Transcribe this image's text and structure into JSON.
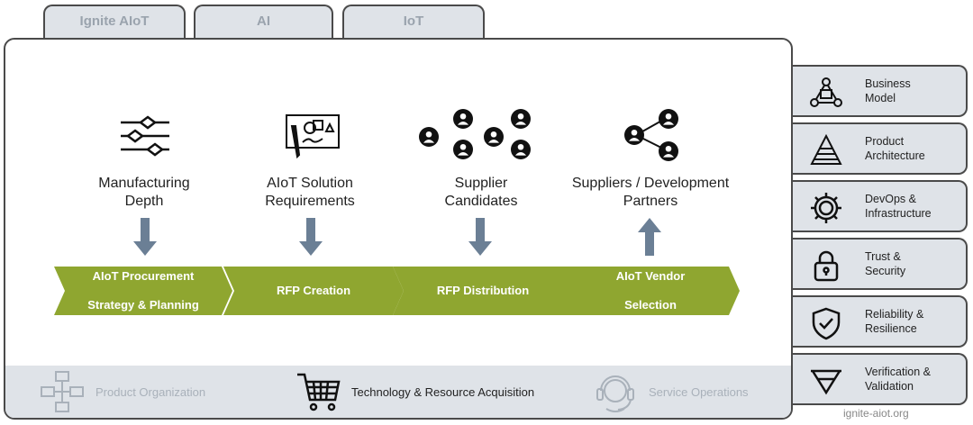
{
  "tabs": [
    "Ignite AIoT",
    "AI",
    "IoT"
  ],
  "columns": [
    {
      "icon": "sliders-icon",
      "title_line1": "Manufacturing",
      "title_line2": "Depth",
      "arrow": "down"
    },
    {
      "icon": "drawing-board-icon",
      "title_line1": "AIoT Solution",
      "title_line2": "Requirements",
      "arrow": "down"
    },
    {
      "icon": "people-group-icon",
      "title_line1": "Supplier",
      "title_line2": "Candidates",
      "arrow": "down"
    },
    {
      "icon": "people-network-icon",
      "title_line1": "Suppliers / Development",
      "title_line2": "Partners",
      "arrow": "up"
    }
  ],
  "process_steps": [
    {
      "line1": "AIoT Procurement",
      "line2": "Strategy & Planning"
    },
    {
      "line1": "RFP Creation",
      "line2": ""
    },
    {
      "line1": "RFP Distribution",
      "line2": ""
    },
    {
      "line1": "AIoT Vendor",
      "line2": "Selection"
    }
  ],
  "footer": {
    "left": "Product Organization",
    "center": "Technology & Resource Acquisition",
    "right": "Service Operations"
  },
  "side_items": [
    {
      "line1": "Business",
      "line2": "Model",
      "icon": "business-model-icon"
    },
    {
      "line1": "Product",
      "line2": "Architecture",
      "icon": "pyramid-icon"
    },
    {
      "line1": "DevOps &",
      "line2": "Infrastructure",
      "icon": "gear-icon"
    },
    {
      "line1": "Trust &",
      "line2": "Security",
      "icon": "lock-icon"
    },
    {
      "line1": "Reliability &",
      "line2": "Resilience",
      "icon": "shield-check-icon"
    },
    {
      "line1": "Verification &",
      "line2": "Validation",
      "icon": "triangle-down-icon"
    }
  ],
  "brand": "ignite-aiot.org",
  "colors": {
    "chevron": "#8fa630",
    "arrow": "#6b7f95",
    "panel": "#dfe3e8",
    "border": "#4a4a4a"
  }
}
